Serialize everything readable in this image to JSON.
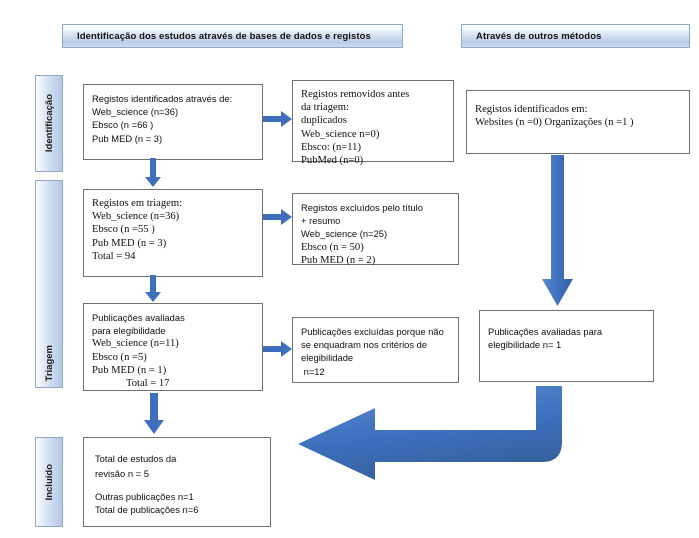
{
  "headers": {
    "left": "Identificação dos estudos através de bases de dados e registos",
    "right": "Através de outros métodos"
  },
  "stages": {
    "identification": "Identificação",
    "screening": "Triagem",
    "included": "Incluído"
  },
  "boxes": {
    "records_identified": {
      "lines": [
        "Registos identificados através de:",
        "Web_science (n=36)",
        "Ebsco (n =66 )",
        "Pub MED (n = 3)"
      ]
    },
    "records_removed": {
      "lines": [
        "Registos removidos antes",
        "da triagem:",
        "duplicados",
        "Web_science n=0)",
        "Ebsco: (n=11)",
        "PubMed (n=0)"
      ]
    },
    "records_other_sources": {
      "lines": [
        "Registos identificados em:",
        "Websites (n =0) Organizações (n =1 )"
      ]
    },
    "records_screened": {
      "lines": [
        "Registos em triagem:",
        "Web_science (n=36)",
        "Ebsco (n =55 )",
        "Pub MED (n = 3)",
        "Total = 94"
      ]
    },
    "records_excluded_title": {
      "lines_sans": [
        "Registos excluídos pelo título",
        "+ resumo",
        "Web_science (n=25)"
      ],
      "lines_serif": [
        "Ebsco (n = 50)",
        "Pub MED (n = 2)"
      ]
    },
    "eligibility_assessed": {
      "lines_sans": [
        "Publicações avaliadas",
        "para elegibilidade"
      ],
      "lines_serif": [
        "Web_science (n=11)",
        "Ebsco (n =5)",
        "Pub MED (n = 1)"
      ],
      "total_line": "Total = 17"
    },
    "publications_excluded": {
      "lines": [
        "Publicações excluídas porque não",
        "se enquadram nos critérios de",
        "elegibilidade",
        " n=12"
      ]
    },
    "other_eligibility": {
      "lines": [
        "Publicações avaliadas para",
        "elegibilidade n= 1"
      ]
    },
    "included_total": {
      "lines_a": [
        "Total de estudos da",
        "revisão n = 5"
      ],
      "lines_b": [
        "Outras publicações n=1",
        "Total de publicações n=6"
      ]
    }
  },
  "colors": {
    "arrow_blue": "#3d6fbd",
    "arrow_blue_light": "#5b8ad0",
    "box_border": "#6f6f6f",
    "banner_border": "#8fa8cc"
  },
  "arrows": {
    "a1": "arrow-identified-to-removed",
    "a2": "arrow-identified-to-screened",
    "a3": "arrow-screened-to-excluded",
    "a4": "arrow-screened-to-eligibility",
    "a5": "arrow-eligibility-to-excluded",
    "a6": "arrow-eligibility-to-included",
    "a7": "arrow-other-records-to-other-eligibility",
    "a8": "arrow-other-eligibility-to-included"
  }
}
